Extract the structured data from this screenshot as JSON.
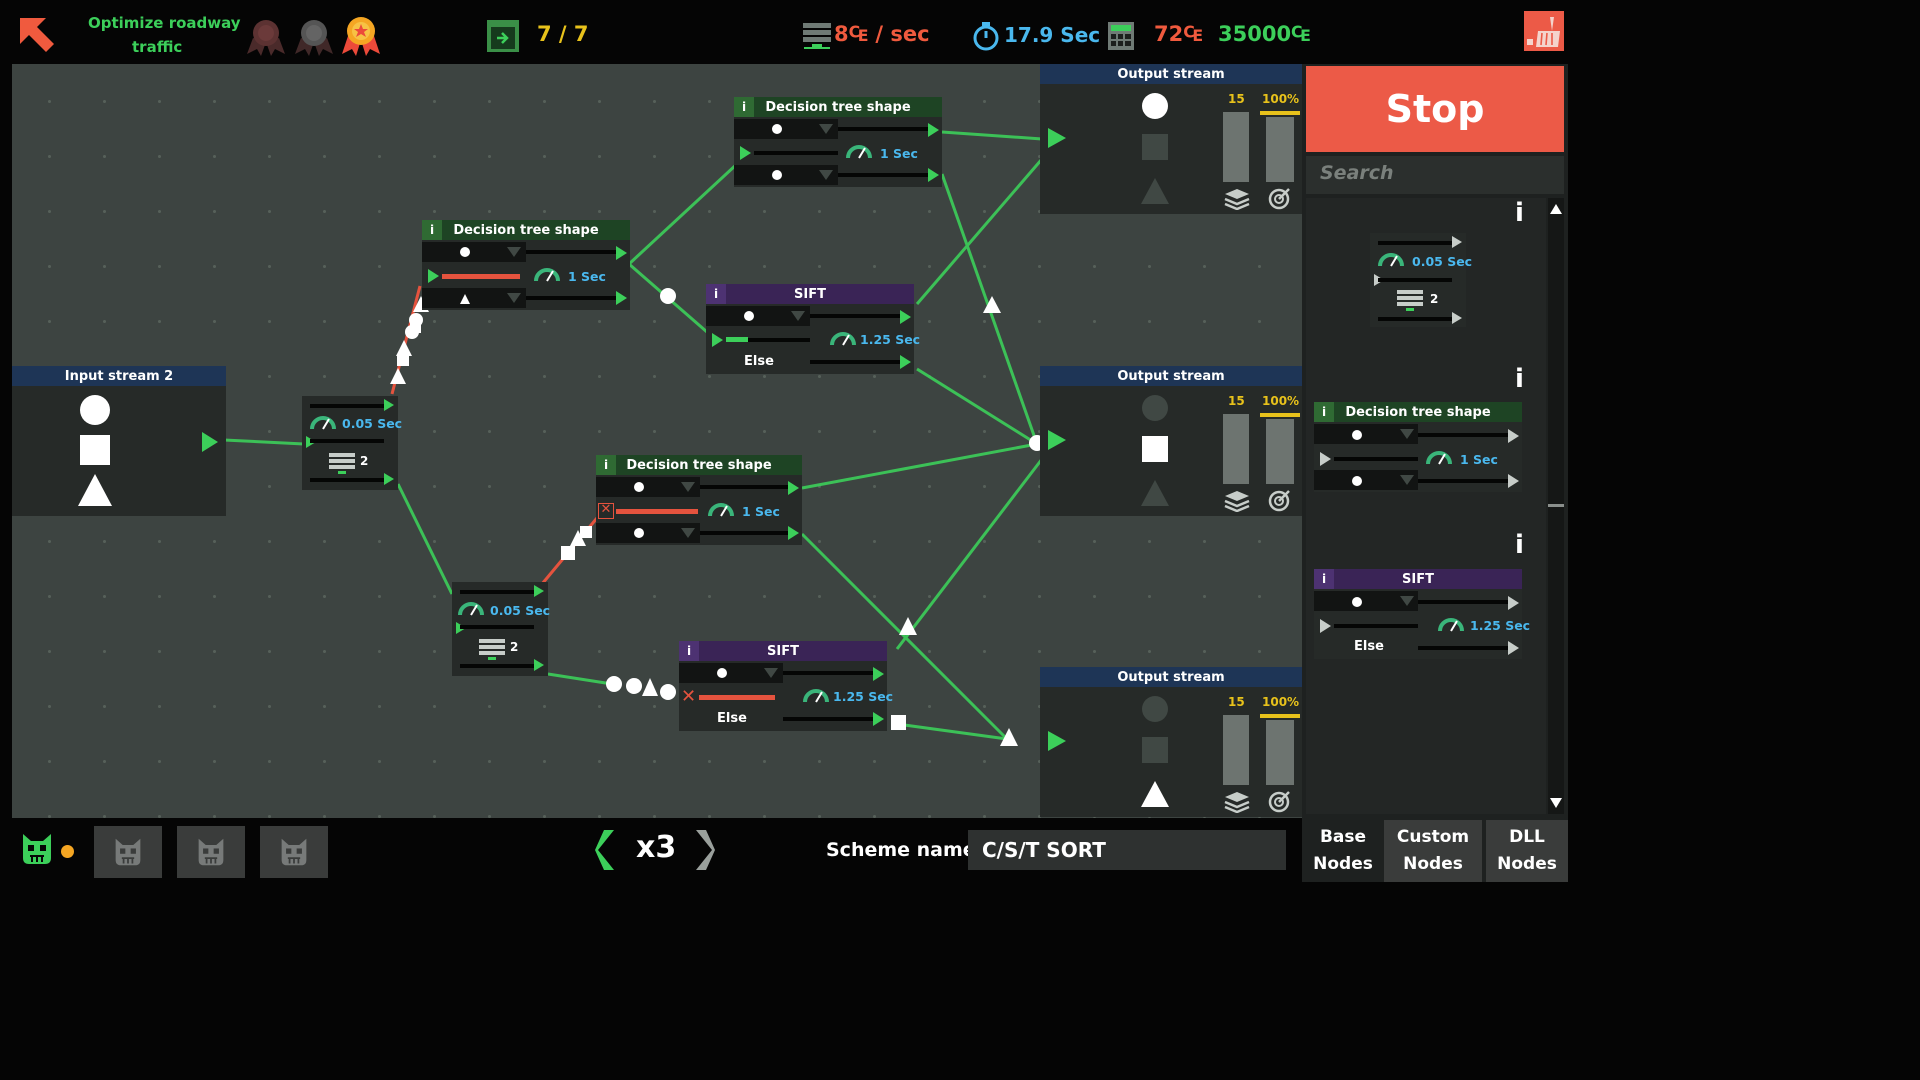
{
  "level": {
    "title_line1": "Optimize roadway",
    "title_line2": "traffic"
  },
  "medals": [
    "bronze-medal",
    "silver-medal",
    "gold-medal"
  ],
  "stats": {
    "tests": "7 / 7",
    "income": "8₠ / sec",
    "time": "17.9 Sec",
    "cost": "72₠",
    "money": "35000₠"
  },
  "colors": {
    "accent_green": "#3ccf5a",
    "stop": "#ec5a47",
    "sec_blue": "#4ab8ee",
    "yellow": "#e8c21b",
    "red": "#e5533e"
  },
  "input_node": {
    "title": "Input stream 2"
  },
  "splitters": [
    {
      "speed": "0.05 Sec",
      "count": "2"
    },
    {
      "speed": "0.05 Sec",
      "count": "2"
    }
  ],
  "decision_nodes": [
    {
      "title": "Decision tree shape",
      "speed": "1 Sec"
    },
    {
      "title": "Decision tree shape",
      "speed": "1 Sec"
    },
    {
      "title": "Decision tree shape",
      "speed": "1 Sec"
    }
  ],
  "sift_nodes": [
    {
      "title": "SIFT",
      "speed": "1.25 Sec",
      "else_label": "Else"
    },
    {
      "title": "SIFT",
      "speed": "1.25 Sec",
      "else_label": "Else"
    }
  ],
  "output_nodes": [
    {
      "title": "Output stream",
      "count": "15",
      "percent": "100%"
    },
    {
      "title": "Output stream",
      "count": "15",
      "percent": "100%"
    },
    {
      "title": "Output stream",
      "count": "15",
      "percent": "100%"
    }
  ],
  "side_panel": {
    "stop_label": "Stop",
    "search_placeholder": "Search",
    "library": {
      "splitter": {
        "speed": "0.05 Sec",
        "count": "2"
      },
      "decision": {
        "title": "Decision tree shape",
        "speed": "1 Sec"
      },
      "sift": {
        "title": "SIFT",
        "speed": "1.25 Sec",
        "else_label": "Else"
      }
    },
    "tabs": [
      {
        "line1": "Base",
        "line2": "Nodes"
      },
      {
        "line1": "Custom",
        "line2": "Nodes"
      },
      {
        "line1": "DLL",
        "line2": "Nodes"
      }
    ]
  },
  "bottom": {
    "speed_multiplier": "x3",
    "scheme_label": "Scheme name :",
    "scheme_value": "C/S/T SORT"
  }
}
